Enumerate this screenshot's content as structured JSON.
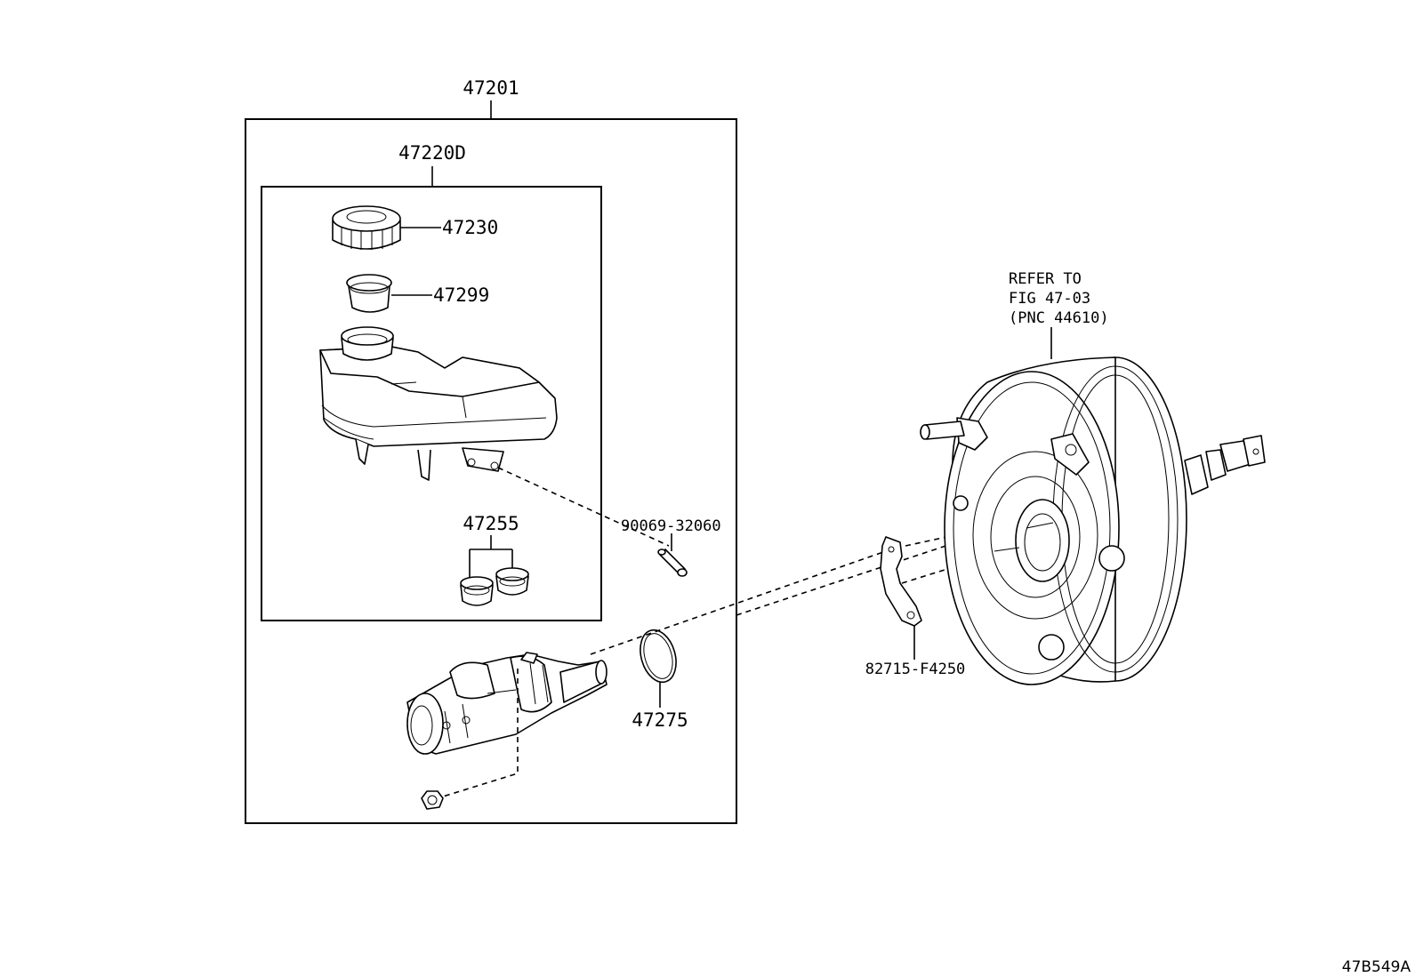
{
  "labels": {
    "assembly": "47201",
    "reservoir_sub": "47220D",
    "cap": "47230",
    "strainer": "47299",
    "grommets": "47255",
    "pin": "90069-32060",
    "oring": "47275",
    "bracket": "82715-F4250",
    "refer_line1": "REFER TO",
    "refer_line2": "FIG 47-03",
    "refer_line3": "(PNC 44610)",
    "figure_code": "47B549A"
  }
}
